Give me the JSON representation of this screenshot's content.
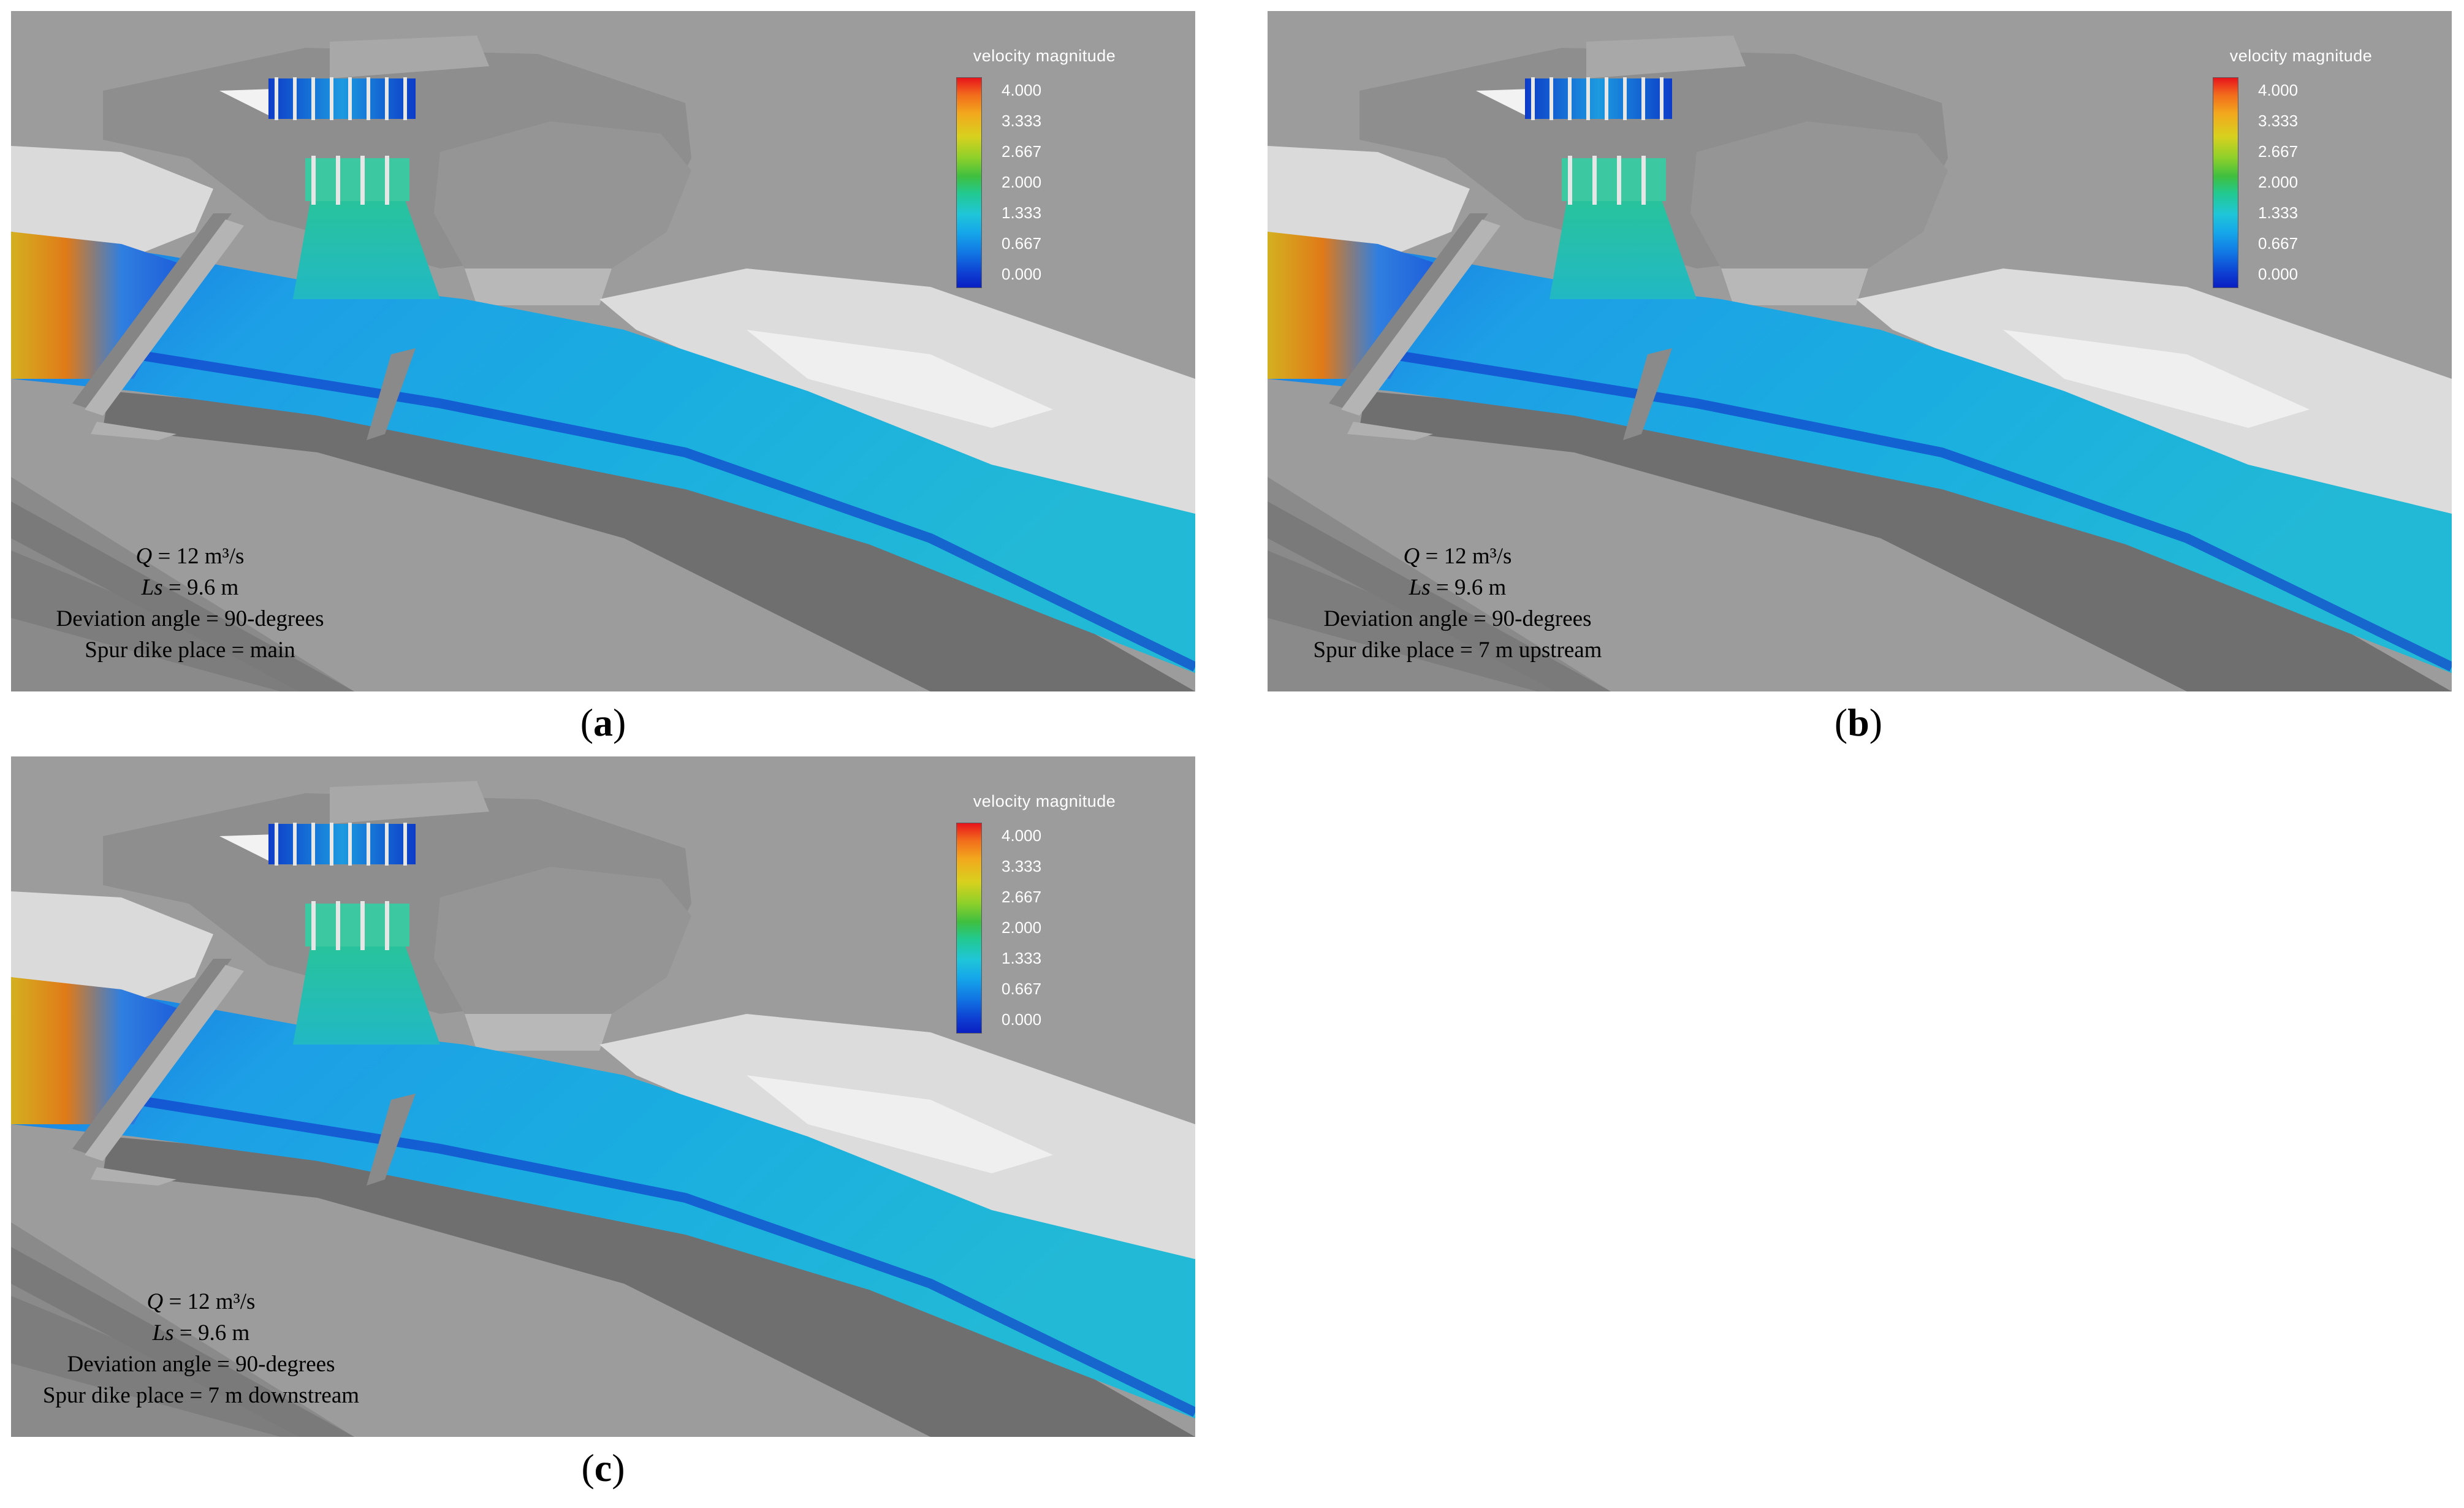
{
  "panels": [
    {
      "id": "a",
      "legend": {
        "title": "velocity magnitude",
        "ticks": [
          "4.000",
          "3.333",
          "2.667",
          "2.000",
          "1.333",
          "0.667",
          "0.000"
        ]
      },
      "annotation": {
        "q_var": "Q",
        "q_rest": " = 12 m³/s",
        "ls_var": "Ls",
        "ls_rest": " = 9.6 m",
        "deviation": "Deviation angle = 90-degrees",
        "place": "Spur dike place = main"
      },
      "caption": "a"
    },
    {
      "id": "b",
      "legend": {
        "title": "velocity magnitude",
        "ticks": [
          "4.000",
          "3.333",
          "2.667",
          "2.000",
          "1.333",
          "0.667",
          "0.000"
        ]
      },
      "annotation": {
        "q_var": "Q",
        "q_rest": " = 12 m³/s",
        "ls_var": "Ls",
        "ls_rest": " = 9.6 m",
        "deviation": "Deviation angle = 90-degrees",
        "place": "Spur dike place = 7 m upstream"
      },
      "caption": "b"
    },
    {
      "id": "c",
      "legend": {
        "title": "velocity magnitude",
        "ticks": [
          "4.000",
          "3.333",
          "2.667",
          "2.000",
          "1.333",
          "0.667",
          "0.000"
        ]
      },
      "annotation": {
        "q_var": "Q",
        "q_rest": " = 12 m³/s",
        "ls_var": "Ls",
        "ls_rest": " = 9.6 m",
        "deviation": "Deviation angle = 90-degrees",
        "place": "Spur dike place = 7 m downstream"
      },
      "caption": "c"
    }
  ],
  "colors": {
    "background": "#ffffff",
    "terrain": "#9a9a9a",
    "structure": "#8c8c8c",
    "bank_light": "#d9d9d9",
    "water_main": "#1aa0e0",
    "water_fast": "#28c8b0",
    "water_slow": "#1048d0"
  }
}
